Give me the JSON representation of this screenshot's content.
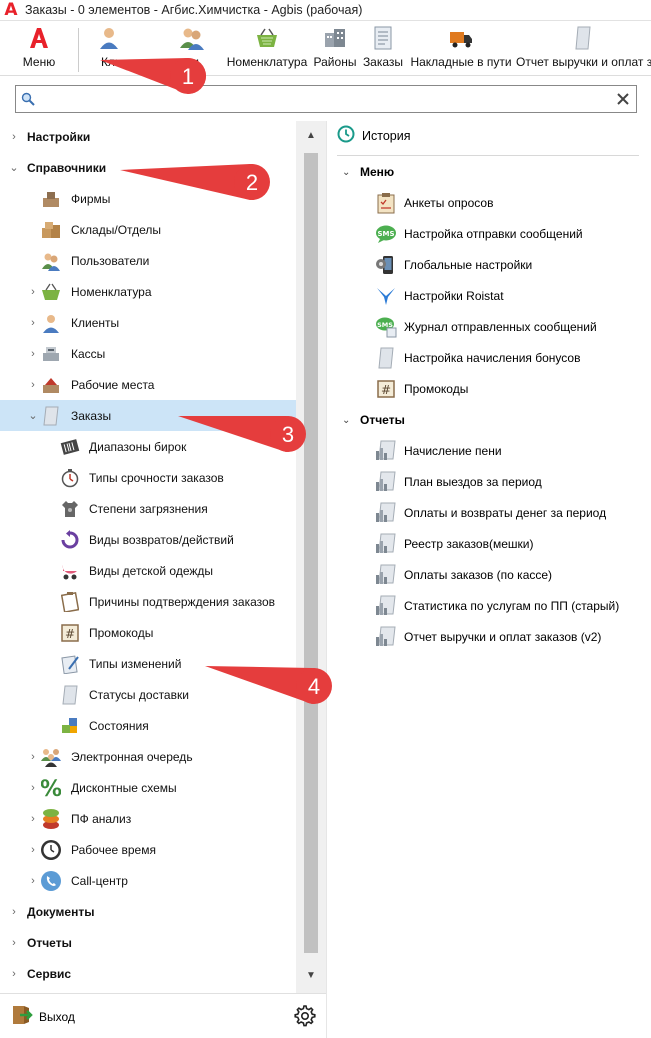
{
  "window": {
    "title": "Заказы - 0 элементов - Агбис.Химчистка - Agbis (рабочая)",
    "logo": "A"
  },
  "toolbar": {
    "menu_label": "Меню",
    "buttons": [
      "Клиенты",
      "Пользователи",
      "Номенклатура",
      "Районы",
      "Заказы",
      "Накладные в пути",
      "Отчет выручки и оплат заказов"
    ]
  },
  "search": {
    "value": "",
    "placeholder": ""
  },
  "tree": {
    "sections": {
      "settings": "Настройки",
      "directories": "Справочники",
      "documents": "Документы",
      "reports": "Отчеты",
      "service": "Сервис"
    },
    "directories_items": [
      "Фирмы",
      "Склады/Отделы",
      "Пользователи",
      "Номенклатура",
      "Клиенты",
      "Кассы",
      "Рабочие места",
      "Заказы"
    ],
    "orders_children": [
      "Диапазоны бирок",
      "Типы срочности заказов",
      "Степени загрязнения",
      "Виды возвратов/действий",
      "Виды детской одежды",
      "Причины подтверждения заказов",
      "Промокоды",
      "Типы изменений",
      "Статусы доставки",
      "Состояния"
    ],
    "more_items": [
      "Электронная очередь",
      "Дисконтные схемы",
      "ПФ анализ",
      "Рабочее время",
      "Call-центр"
    ]
  },
  "bottom": {
    "exit_label": "Выход"
  },
  "right_panel": {
    "history_label": "История",
    "menu_section": "Меню",
    "menu_items": [
      "Анкеты опросов",
      "Настройка отправки сообщений",
      "Глобальные настройки",
      "Настройки Roistat",
      "Журнал отправленных сообщений",
      "Настройка начисления бонусов",
      "Промокоды"
    ],
    "reports_section": "Отчеты",
    "report_items": [
      "Начисление пени",
      "План выездов за период",
      "Оплаты и возвраты денег за период",
      "Реестр заказов(мешки)",
      "Оплаты заказов (по кассе)",
      "Статистика по услугам по ПП (старый)",
      "Отчет выручки и оплат заказов (v2)"
    ]
  },
  "callouts": [
    "1",
    "2",
    "3",
    "4"
  ],
  "colors": {
    "accent": "#e8212a",
    "selection": "#cce4f7",
    "callout_red": "#e53d3d"
  }
}
